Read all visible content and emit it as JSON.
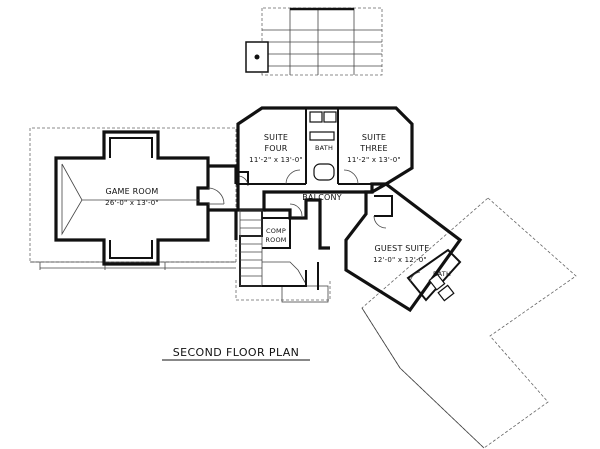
{
  "plan_title": "SECOND FLOOR PLAN",
  "rooms": {
    "game_room": {
      "name": "GAME ROOM",
      "dims": "26'-0\" x 13'-0\""
    },
    "suite_four": {
      "name_line1": "SUITE",
      "name_line2": "FOUR",
      "dims": "11'-2\" x 13'-0\""
    },
    "suite_three": {
      "name_line1": "SUITE",
      "name_line2": "THREE",
      "dims": "11'-2\" x 13'-0\""
    },
    "bath_upper": {
      "name": "BATH"
    },
    "balcony": {
      "name": "BALCONY"
    },
    "comp_room": {
      "name_line1": "COMP",
      "name_line2": "ROOM"
    },
    "guest_suite": {
      "name": "GUEST SUITE",
      "dims": "12'-0\" x 12'-0\""
    },
    "bath_guest": {
      "name": "BATH"
    }
  }
}
